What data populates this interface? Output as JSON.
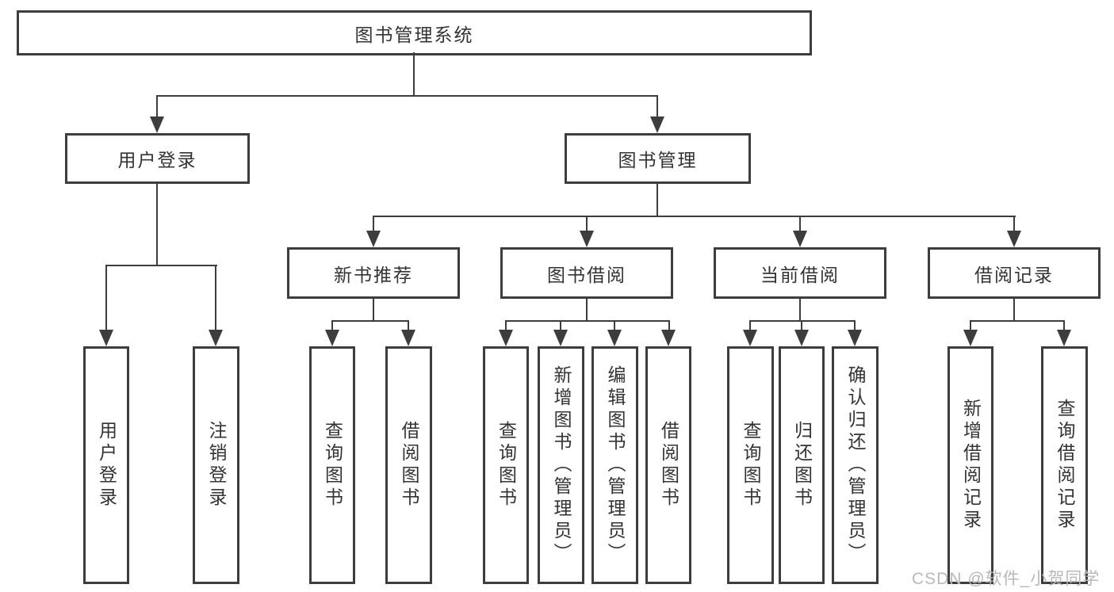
{
  "diagram": {
    "root_label": "图书管理系统",
    "level2": [
      "用户登录",
      "图书管理"
    ],
    "level3": [
      "新书推荐",
      "图书借阅",
      "当前借阅",
      "借阅记录"
    ],
    "leaves": [
      "用户登录",
      "注销登录",
      "查询图书",
      "借阅图书",
      "查询图书",
      "新增图书（管理员）",
      "编辑图书（管理员）",
      "借阅图书",
      "查询图书",
      "归还图书",
      "确认归还（管理员）",
      "新增借阅记录",
      "查询借阅记录"
    ]
  },
  "watermark": {
    "text": "CSDN @软件_小贺同学"
  },
  "colors": {
    "line": "#3d3d3d",
    "text": "#333333",
    "watermark": "#b9b9b9",
    "background": "#ffffff"
  }
}
